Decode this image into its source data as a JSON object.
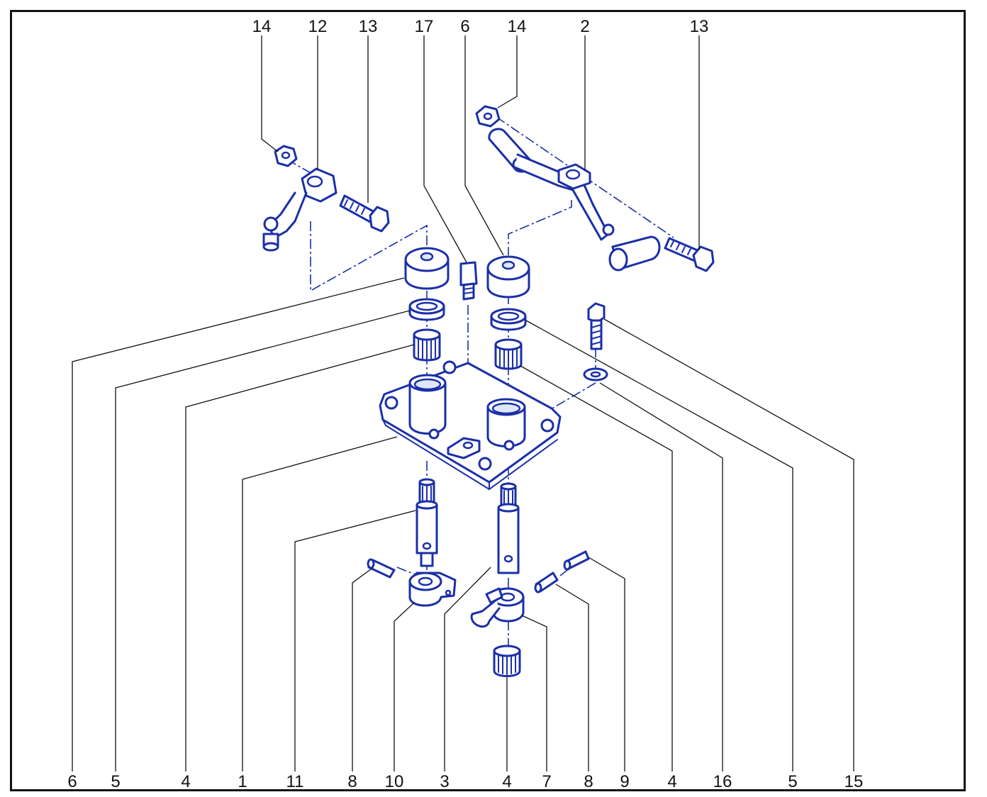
{
  "figure": {
    "top_labels": [
      "14",
      "12",
      "13",
      "17",
      "6",
      "14",
      "2",
      "13"
    ],
    "bottom_labels": [
      "6",
      "5",
      "4",
      "1",
      "11",
      "8",
      "10",
      "3",
      "4",
      "7",
      "8",
      "9",
      "4",
      "16",
      "5",
      "15"
    ]
  },
  "colors": {
    "ink": "#1a2fa8",
    "leader": "#111111",
    "frame": "#111111",
    "background": "#ffffff"
  }
}
